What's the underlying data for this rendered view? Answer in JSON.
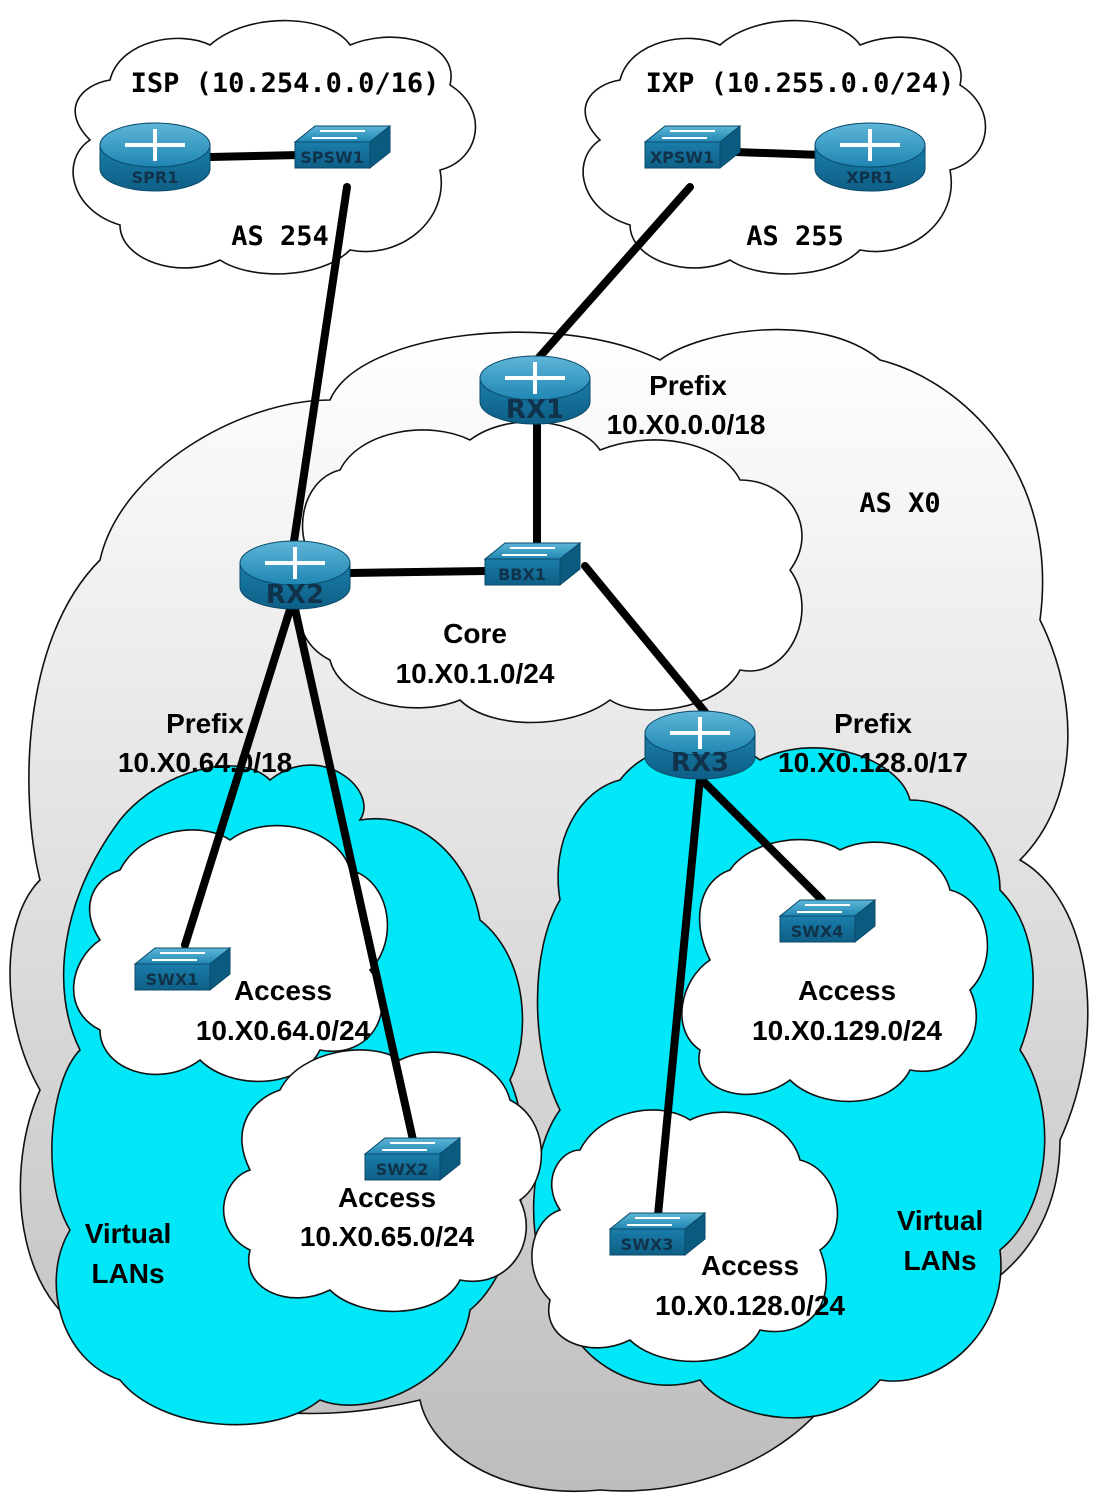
{
  "clouds": {
    "isp": {
      "title": "ISP (10.254.0.0/16)",
      "as": "AS 254"
    },
    "ixp": {
      "title": "IXP (10.255.0.0/24)",
      "as": "AS 255"
    },
    "asx0": {
      "as": "AS X0"
    },
    "core": {
      "title": "Core",
      "subnet": "10.X0.1.0/24"
    },
    "prefix_rx1": {
      "title": "Prefix",
      "subnet": "10.X0.0.0/18"
    },
    "prefix_rx2": {
      "title": "Prefix",
      "subnet": "10.X0.64.0/18"
    },
    "prefix_rx3": {
      "title": "Prefix",
      "subnet": "10.X0.128.0/17"
    },
    "vlans_left": {
      "line1": "Virtual",
      "line2": "LANs"
    },
    "vlans_right": {
      "line1": "Virtual",
      "line2": "LANs"
    },
    "access_swx1": {
      "title": "Access",
      "subnet": "10.X0.64.0/24"
    },
    "access_swx2": {
      "title": "Access",
      "subnet": "10.X0.65.0/24"
    },
    "access_swx3": {
      "title": "Access",
      "subnet": "10.X0.128.0/24"
    },
    "access_swx4": {
      "title": "Access",
      "subnet": "10.X0.129.0/24"
    }
  },
  "devices": {
    "spr1": "SPR1",
    "spsw1": "SPSW1",
    "xpsw1": "XPSW1",
    "xpr1": "XPR1",
    "rx1": "RX1",
    "rx2": "RX2",
    "rx3": "RX3",
    "bbx1": "BBX1",
    "swx1": "SWX1",
    "swx2": "SWX2",
    "swx3": "SWX3",
    "swx4": "SWX4"
  },
  "colors": {
    "vlan": "#00e8f8",
    "device": "#1a86b4",
    "as_cloud_top": "#ffffff",
    "as_cloud_bottom": "#bdbdbd"
  }
}
